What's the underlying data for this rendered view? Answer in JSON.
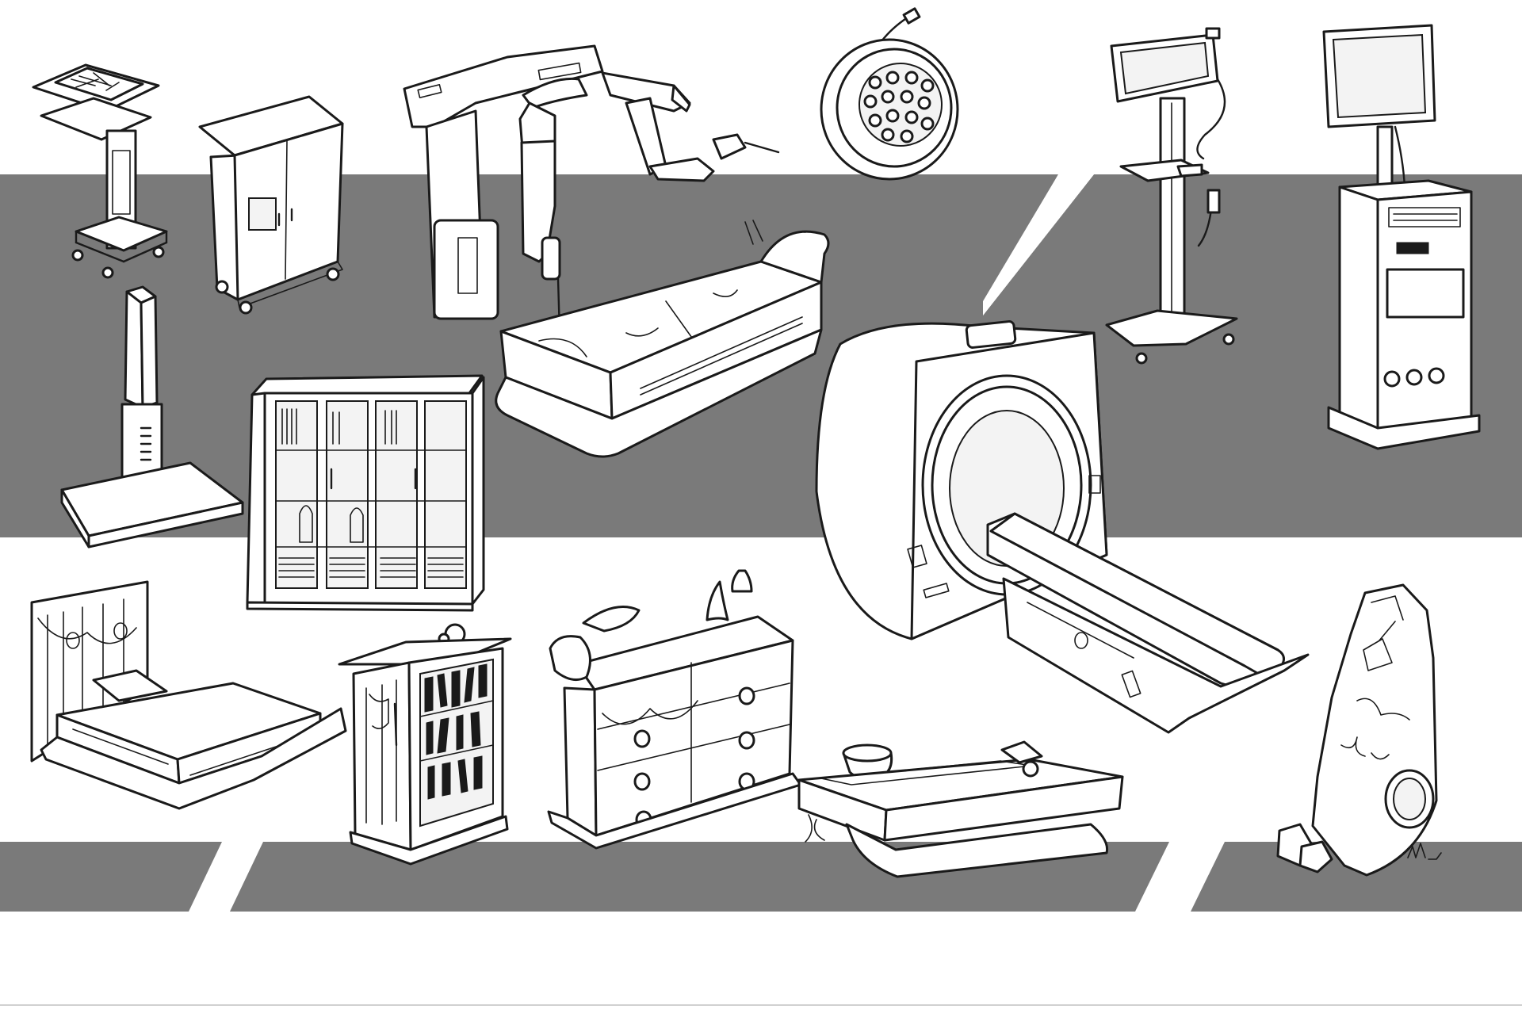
{
  "sheet": {
    "background_color": "#ffffff",
    "band_color": "#7a7a7a",
    "ink_color": "#1a1a1a"
  },
  "illustrations": [
    "instrument-tray-stand",
    "medical-supply-cabinet",
    "robotic-surgical-arm",
    "surgical-ceiling-lamp",
    "monitor-stand",
    "ultrasound-console",
    "uv-light-tower",
    "glass-display-cabinet",
    "operating-table",
    "ct-scanner",
    "wooden-bed",
    "wooden-bookcase",
    "wooden-dresser",
    "stone-altar-table",
    "carved-standing-stone"
  ]
}
